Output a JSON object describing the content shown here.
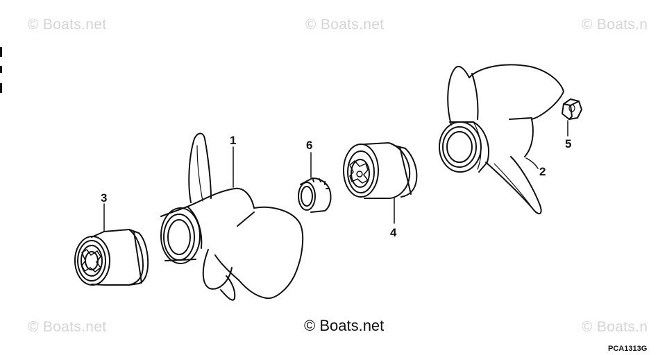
{
  "watermarks": [
    "© Boats.net",
    "© Boats.net",
    "© Boats.n",
    "© Boats.net",
    "© Boats.n"
  ],
  "copyright": "© Boats.net",
  "diagram_code": "PCA1313G",
  "callouts": {
    "part1": "1",
    "part2": "2",
    "part3": "3",
    "part4": "4",
    "part5": "5",
    "part6": "6"
  }
}
